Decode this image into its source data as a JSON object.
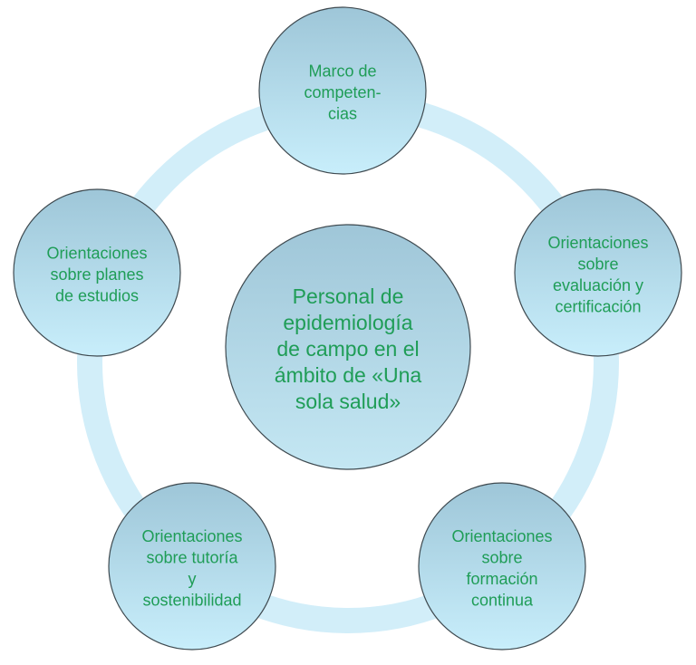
{
  "diagram": {
    "colors": {
      "ring": "#cdebf7",
      "node_fill_top": "#9ec6d8",
      "node_fill_bottom": "#c6ecfa",
      "node_stroke": "#3f4a50",
      "text": "#1f9d57"
    },
    "center": {
      "lines": [
        "Personal de",
        "epidemiología",
        "de campo en el",
        "ámbito de «Una",
        "sola salud»"
      ]
    },
    "nodes": [
      {
        "id": "top",
        "lines": [
          "Marco de",
          "competen-",
          "cias"
        ]
      },
      {
        "id": "right",
        "lines": [
          "Orientaciones",
          "sobre",
          "evaluación y",
          "certificación"
        ]
      },
      {
        "id": "bottom-right",
        "lines": [
          "Orientaciones",
          "sobre",
          "formación",
          "continua"
        ]
      },
      {
        "id": "bottom-left",
        "lines": [
          "Orientaciones",
          "sobre tutoría",
          "y",
          "sostenibilidad"
        ]
      },
      {
        "id": "left",
        "lines": [
          "Orientaciones",
          "sobre planes",
          "de estudios"
        ]
      }
    ]
  }
}
